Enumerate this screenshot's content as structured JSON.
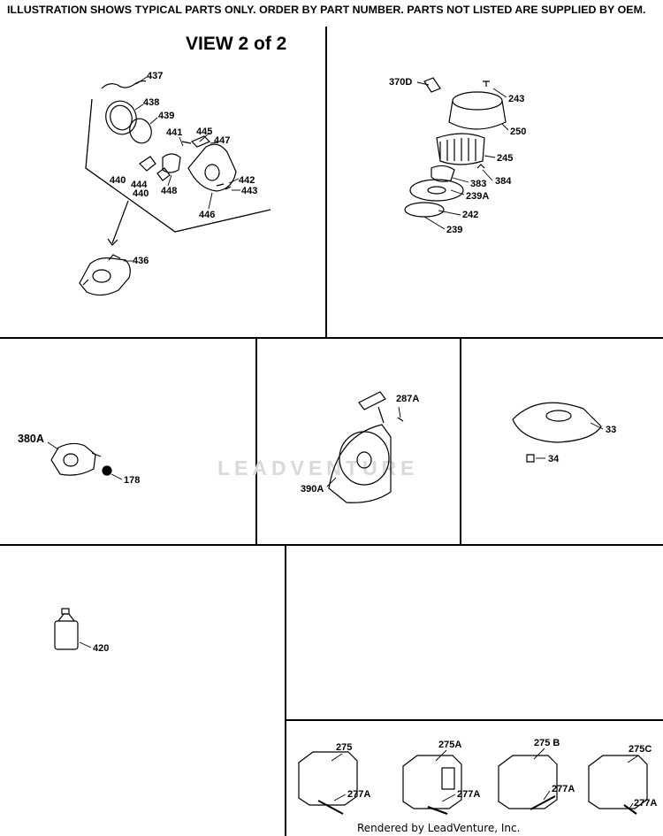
{
  "header": {
    "notice": "ILLUSTRATION SHOWS TYPICAL PARTS ONLY.  ORDER BY PART NUMBER.  PARTS NOT LISTED ARE SUPPLIED BY OEM.",
    "view_title": "VIEW 2 of 2"
  },
  "watermark": {
    "text": "LEADVENTURE"
  },
  "parts": {
    "p437": "437",
    "p438": "438",
    "p439": "439",
    "p441": "441",
    "p445": "445",
    "p447": "447",
    "p440a": "440",
    "p444": "444",
    "p440b": "440",
    "p448": "448",
    "p442": "442",
    "p443": "443",
    "p446": "446",
    "p436": "436",
    "p370D": "370D",
    "p243": "243",
    "p250": "250",
    "p245": "245",
    "p383": "383",
    "p384": "384",
    "p239A": "239A",
    "p242": "242",
    "p239": "239",
    "p380A": "380A",
    "p178": "178",
    "p287A": "287A",
    "p390A": "390A",
    "p33": "33",
    "p34": "34",
    "p420": "420",
    "p275": "275",
    "p277A_1": "277A",
    "p275A": "275A",
    "p277A_2": "277A",
    "p275B": "275 B",
    "p277A_3": "277A",
    "p275C": "275C",
    "p277A_4": "277A"
  },
  "footer": {
    "rendered_by": "Rendered by LeadVenture, Inc."
  }
}
